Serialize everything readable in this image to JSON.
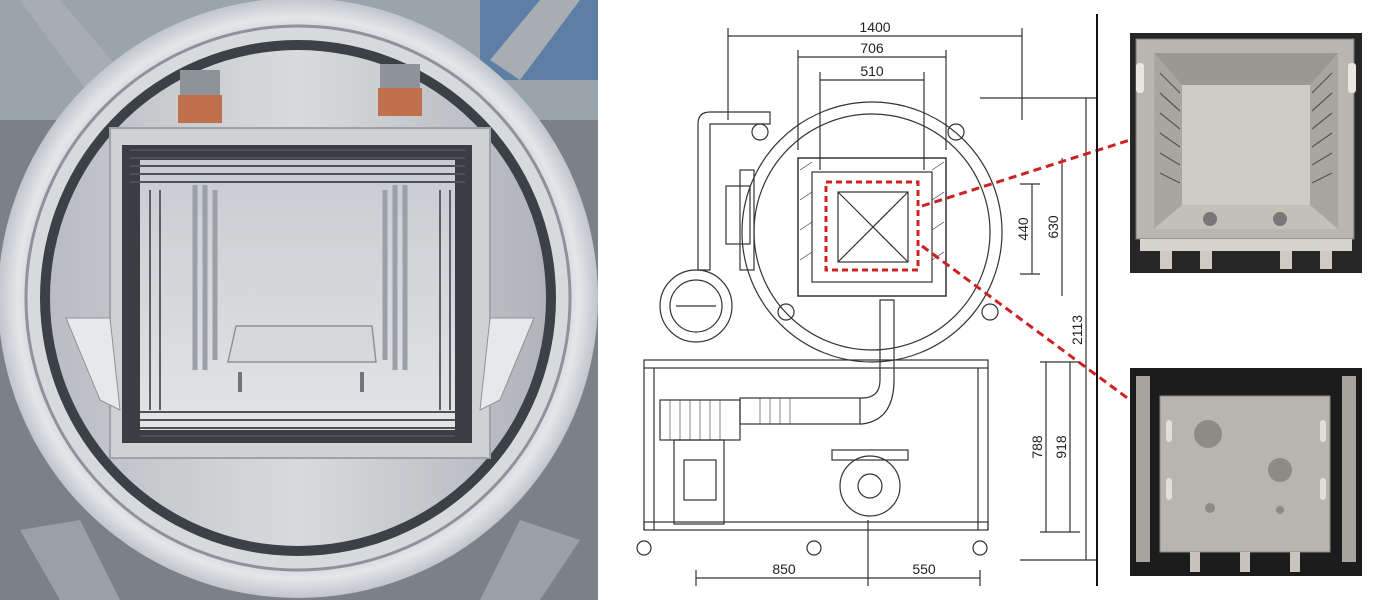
{
  "drawing": {
    "dimensions": {
      "overall_width": "1400",
      "chamber_width": "706",
      "hot_zone_width": "510",
      "hot_zone_height": "440",
      "chamber_height": "630",
      "total_height": "2113",
      "frame_height": "918",
      "support_height": "788",
      "left_span": "850",
      "right_span": "550"
    },
    "highlight_color": "#cc2222"
  },
  "colors": {
    "steel": "#c9ccd0",
    "steel_dark": "#6f757b",
    "copper": "#c0704a",
    "callout": "#cc2222"
  }
}
